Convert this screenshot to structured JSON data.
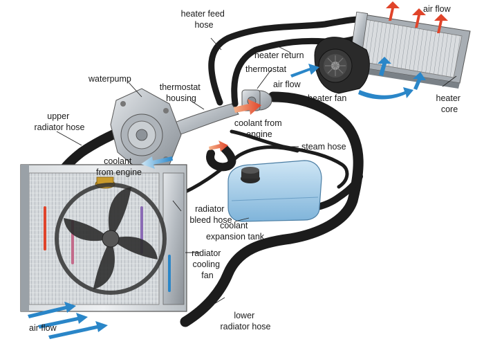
{
  "labels": {
    "heater_feed_hose": [
      "heater feed",
      "hose"
    ],
    "air_flow_top": "air flow",
    "heater_return": "heater return",
    "thermostat": "thermostat",
    "air_flow_mid": "air flow",
    "heater_fan": "heater fan",
    "heater_core": [
      "heater",
      "core"
    ],
    "waterpump": "waterpump",
    "thermostat_housing": [
      "thermostat",
      "housing"
    ],
    "upper_radiator_hose": [
      "upper",
      "radiator hose"
    ],
    "coolant_from_engine_right": [
      "coolant from",
      "engine"
    ],
    "steam_hose": "steam hose",
    "coolant_from_engine_left": [
      "coolant",
      "from engine"
    ],
    "radiator_bleed_hose": [
      "radiator",
      "bleed hose"
    ],
    "coolant_expansion_tank": [
      "coolant",
      "expansion tank"
    ],
    "radiator_cooling_fan": [
      "radiator",
      "cooling",
      "fan"
    ],
    "air_flow_bottom": "air flow",
    "lower_radiator_hose": [
      "lower",
      "radiator hose"
    ]
  },
  "colors": {
    "hose": "#1c1c1c",
    "hot_arrow": "#e0442a",
    "cold_arrow": "#2a86c8",
    "tank": "#9cc9e8",
    "metal": "#b9bec4"
  }
}
